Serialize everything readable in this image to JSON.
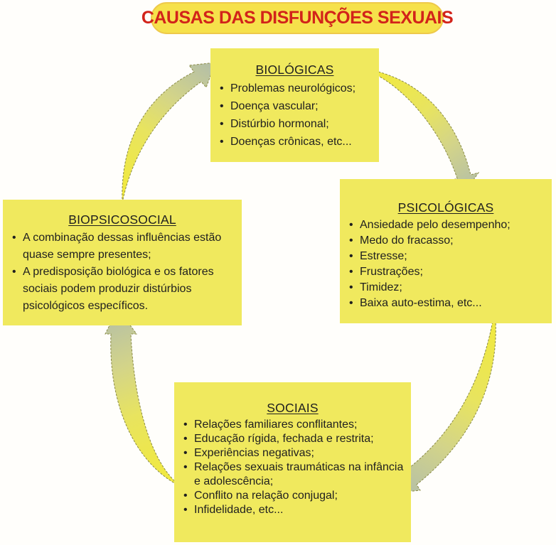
{
  "title": "CAUSAS DAS DISFUNÇÕES SEXUAIS",
  "colors": {
    "title_red": "#d2231a",
    "title_yellow": "#f6e14b",
    "box_yellow": "#f0e95e",
    "text": "#1f1f1f",
    "arrow_yellow": "#f2ea3a",
    "arrow_gray": "#b6c0a5"
  },
  "boxes": {
    "biologicas": {
      "title": "BIOLÓGICAS",
      "items": [
        "Problemas neurológicos;",
        "Doença vascular;",
        "Distúrbio hormonal;",
        "Doenças crônicas, etc..."
      ]
    },
    "psicologicas": {
      "title": "PSICOLÓGICAS",
      "items": [
        "Ansiedade pelo desempenho;",
        "Medo do fracasso;",
        "Estresse;",
        "Frustrações;",
        "Timidez;",
        "Baixa auto-estima, etc..."
      ]
    },
    "sociais": {
      "title": "SOCIAIS",
      "items": [
        "Relações familiares conflitantes;",
        "Educação rígida, fechada e restrita;",
        "Experiências negativas;",
        "Relações sexuais traumáticas na infância e adolescência;",
        "Conflito na relação conjugal;",
        "Infidelidade, etc..."
      ]
    },
    "biopsicosocial": {
      "title": "BIOPSICOSOCIAL",
      "items": [
        "A combinação dessas influências estão quase sempre presentes;",
        "A predisposição biológica e os fatores sociais podem produzir distúrbios psicológicos específicos."
      ]
    }
  },
  "arrows": [
    {
      "name": "biopsicosocial-to-biologicas",
      "direction": "up-right"
    },
    {
      "name": "biologicas-to-psicologicas",
      "direction": "down-right"
    },
    {
      "name": "psicologicas-to-sociais",
      "direction": "down-left"
    },
    {
      "name": "sociais-to-biopsicosocial",
      "direction": "up"
    }
  ]
}
